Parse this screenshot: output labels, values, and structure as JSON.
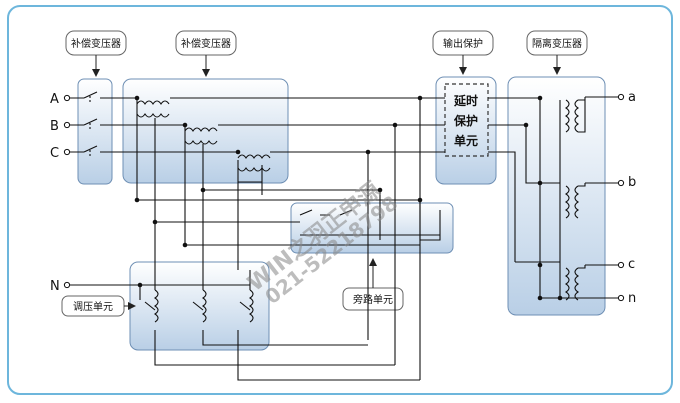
{
  "colors": {
    "frame": "#6db6dc",
    "panel_top": "#ffffff",
    "panel_bottom": "#b9cfe6",
    "panel_stroke": "#6e8fb4",
    "wire": "#111111",
    "watermark": "#888888"
  },
  "labels": {
    "comp_transformer_1": "补偿变压器",
    "comp_transformer_2": "补偿变压器",
    "output_protection": "输出保护",
    "isolation_transformer": "隔离变压器",
    "delay_protect_unit": [
      "延时",
      "保护",
      "单元"
    ],
    "regulator_unit": "调压单元",
    "bypass_unit": "旁路单元"
  },
  "terminals": {
    "inputs": [
      "A",
      "B",
      "C",
      "N"
    ],
    "outputs": [
      "a",
      "b",
      "c",
      "n"
    ]
  },
  "watermark": {
    "brand": "WIN之羽正申源",
    "phone": "021-52218798"
  }
}
